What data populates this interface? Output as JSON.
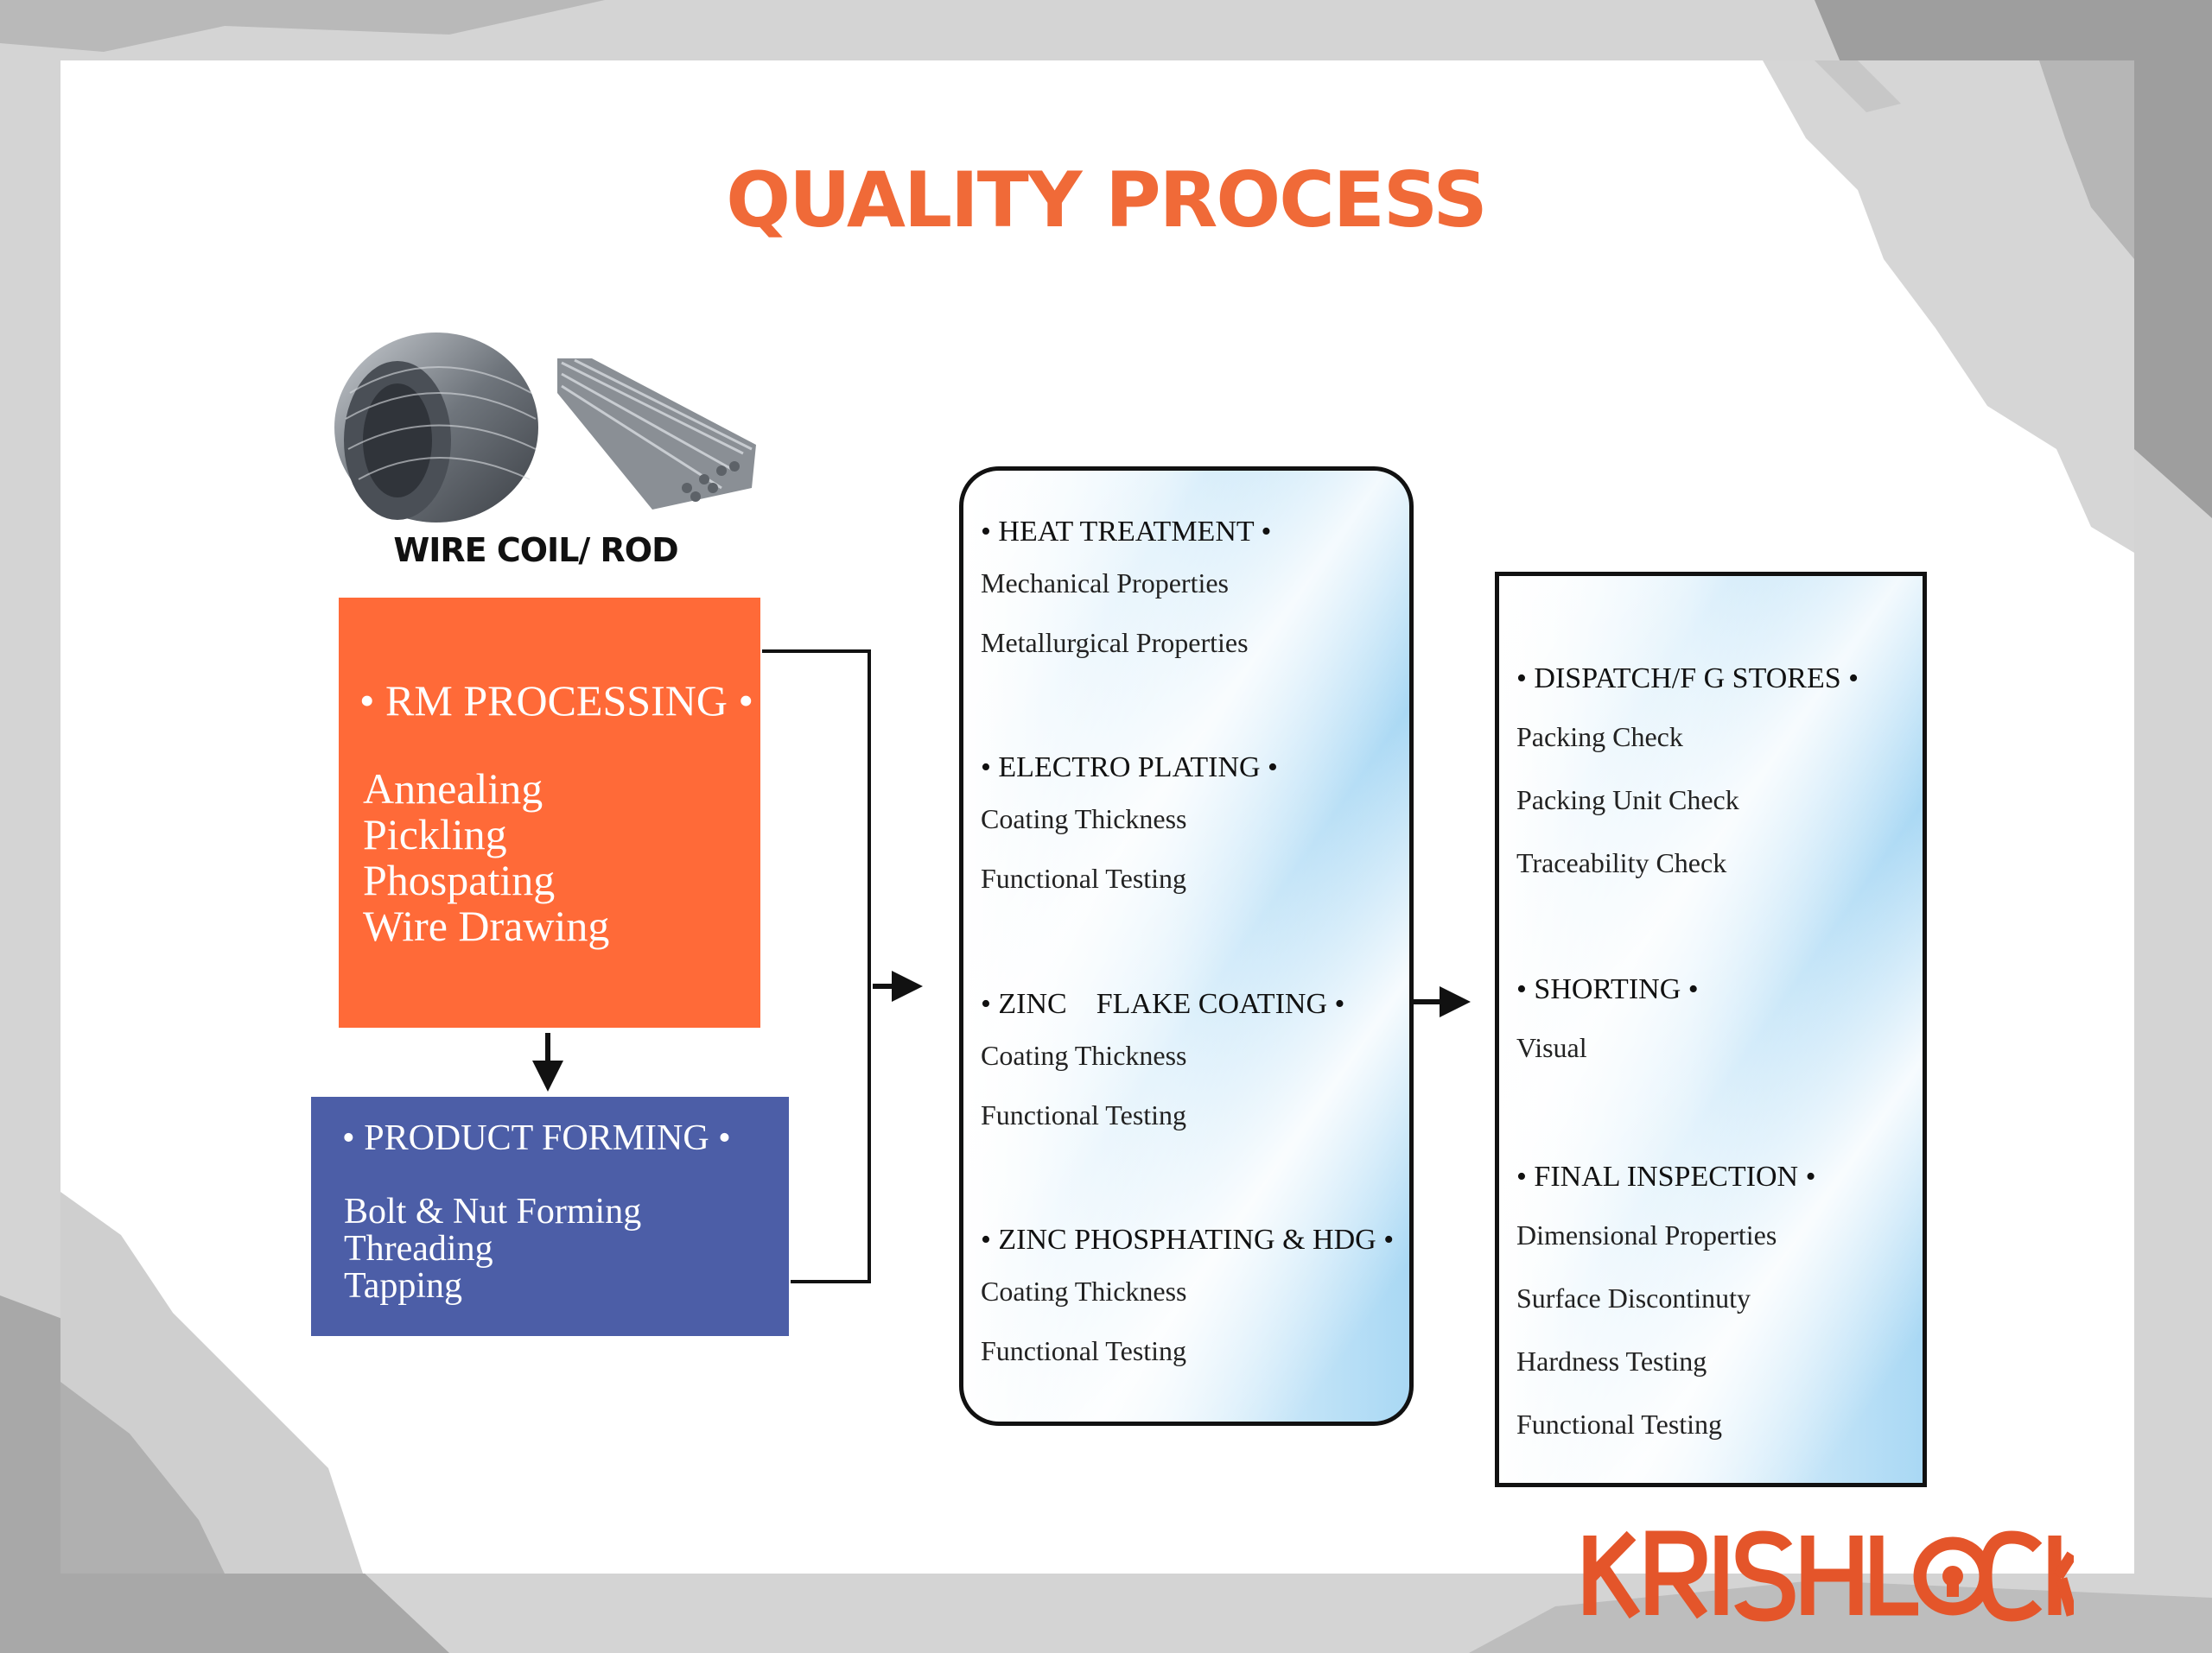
{
  "title": "QUALITY PROCESS",
  "colors": {
    "title": "#f06a38",
    "rm_box": "#ff6a38",
    "pf_box": "#4c5ea7",
    "panel_blue": "#a9d8f4",
    "logo": "#e4552a"
  },
  "raw_material": {
    "label": "WIRE COIL/ ROD",
    "images": [
      "wire-coil-image",
      "steel-rod-bundle-image"
    ]
  },
  "rm_processing": {
    "heading": "• RM PROCESSING •",
    "items": [
      "Annealing",
      "Pickling",
      "Phospating",
      "Wire Drawing"
    ]
  },
  "product_forming": {
    "heading": "• PRODUCT FORMING •",
    "items": [
      "Bolt & Nut Forming",
      "Threading",
      "Tapping"
    ]
  },
  "middle_panel": {
    "sections": [
      {
        "heading": "• HEAT TREATMENT •",
        "items": [
          "Mechanical Properties",
          "Metallurgical Properties"
        ]
      },
      {
        "heading": "• ELECTRO PLATING •",
        "items": [
          "Coating Thickness",
          "Functional Testing"
        ]
      },
      {
        "heading": "• ZINC    FLAKE COATING •",
        "items": [
          "Coating Thickness",
          "Functional Testing"
        ]
      },
      {
        "heading": "• ZINC PHOSPHATING & HDG •",
        "items": [
          "Coating Thickness",
          "Functional Testing"
        ]
      }
    ]
  },
  "right_panel": {
    "sections": [
      {
        "heading": "• DISPATCH/F G STORES •",
        "items": [
          "Packing Check",
          "Packing Unit Check",
          "Traceability Check"
        ]
      },
      {
        "heading": "• SHORTING •",
        "items": [
          "Visual"
        ]
      },
      {
        "heading": "• FINAL INSPECTION •",
        "items": [
          "Dimensional Properties",
          "Surface Discontinuty",
          "Hardness Testing",
          "Functional Testing"
        ]
      }
    ]
  },
  "logo": {
    "text": "KRISHLOCK"
  }
}
